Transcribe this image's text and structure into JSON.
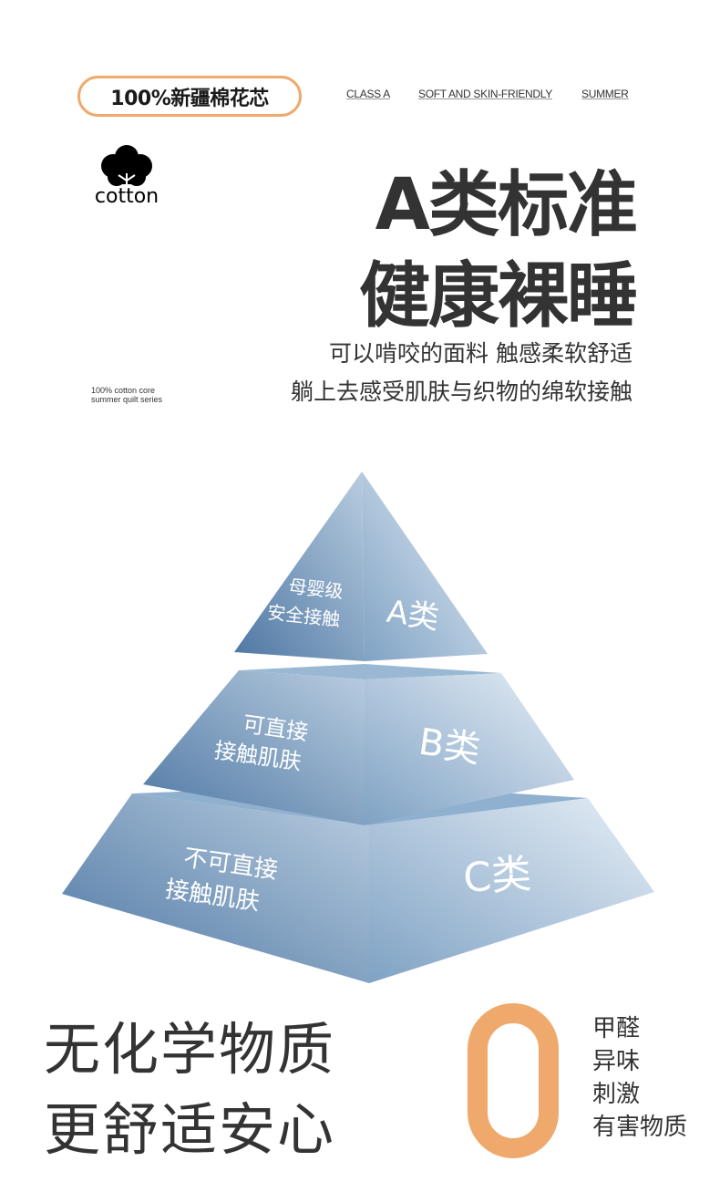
{
  "badge": "100%新疆棉花芯",
  "tags": [
    "CLASS A",
    "SOFT AND SKIN-FRIENDLY",
    "SUMMER"
  ],
  "logo_text": "cotton",
  "headline": [
    "A类标准",
    "健康裸睡"
  ],
  "subtitle": [
    "可以啃咬的面料 触感柔软舒适",
    "躺上去感受肌肤与织物的绵软接触"
  ],
  "small_caption": [
    "100% cotton core",
    "summer quilt series"
  ],
  "pyramid": [
    {
      "grade": "A类",
      "desc": [
        "母婴级",
        "安全接触"
      ]
    },
    {
      "grade": "B类",
      "desc": [
        "可直接",
        "接触肌肤"
      ]
    },
    {
      "grade": "C类",
      "desc": [
        "不可直接",
        "接触肌肤"
      ]
    }
  ],
  "bottom_headline": [
    "无化学物质",
    "更舒适安心"
  ],
  "zero_label": "0",
  "zero_items": [
    "甲醛",
    "异味",
    "刺激",
    "有害物质"
  ],
  "colors": {
    "accent": "#f0a96c",
    "text": "#333333",
    "pyramid": "#5f88b2"
  }
}
